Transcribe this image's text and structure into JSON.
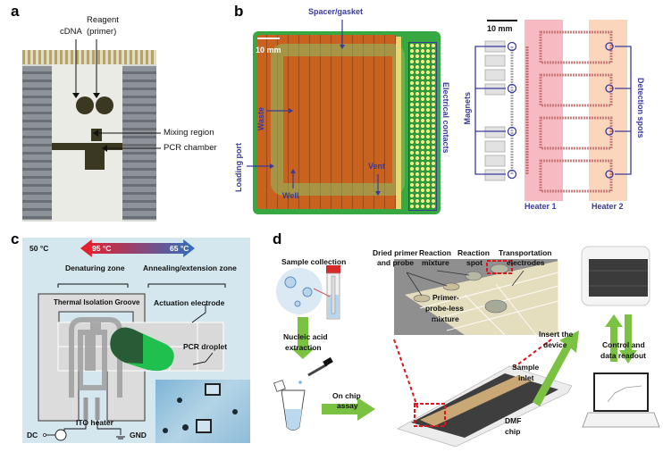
{
  "panels": {
    "a": {
      "letter": "a",
      "labels": {
        "reagent": "Reagent",
        "primer": "(primer)",
        "cdna": "cDNA",
        "mixing_region": "Mixing region",
        "pcr_chamber": "PCR chamber"
      }
    },
    "b": {
      "letter": "b",
      "left": {
        "spacer_gasket": "Spacer/gasket",
        "scale_bar": "10 mm",
        "waste": "Waste",
        "loading_port": "Loading port",
        "well": "Well",
        "vent": "Vent",
        "electrical_contacts": "Electrical contacts"
      },
      "right": {
        "scale_bar": "10 mm",
        "magnets": "Magnets",
        "detection_spots": "Detection spots",
        "heater1": "Heater 1",
        "heater2": "Heater 2"
      }
    },
    "c": {
      "letter": "c",
      "temp_ambient": "50 °C",
      "temp_hot": "95 °C",
      "temp_cool": "65 °C",
      "denaturing_zone": "Denaturing zone",
      "annealing_zone": "Annealing/extension zone",
      "thermal_groove": "Thermal Isolation Groove",
      "actuation_electrode": "Actuation electrode",
      "pcr_droplet": "PCR droplet",
      "dc": "DC",
      "ito_heater": "ITO heater",
      "gnd": "GND"
    },
    "d": {
      "letter": "d",
      "sample_collection": "Sample collection",
      "nucleic_acid_1": "Nucleic acid",
      "nucleic_acid_2": "extraction",
      "on_chip_1": "On chip",
      "on_chip_2": "assay",
      "dried_primer_1": "Dried primer",
      "dried_primer_2": "and probe",
      "reaction_mixture_1": "Reaction",
      "reaction_mixture_2": "mixture",
      "reaction_spot_1": "Reaction",
      "reaction_spot_2": "spot",
      "transport_1": "Transportation",
      "transport_2": "electrodes",
      "primer_less_1": "Primer-",
      "primer_less_2": "probe-less",
      "primer_less_3": "mixture",
      "insert_1": "Insert the",
      "insert_2": "device",
      "control_1": "Control and",
      "control_2": "data readout",
      "sample_inlet_1": "Sample",
      "sample_inlet_2": "inlet",
      "dmf_1": "DMF",
      "dmf_2": "chip"
    }
  },
  "colors": {
    "annotation_blue": "#3a3a9a",
    "pcb_orange": "#c8621e",
    "pcb_green": "#38a843",
    "heater1": "#f5a3ad",
    "heater2": "#f8cfb0",
    "hot_red": "#ee1c25",
    "cool_blue": "#2f6fc1",
    "panel_c_bg": "#d4e6ee",
    "droplet_green": "#1fc04e",
    "arrow_green": "#7cc242",
    "dashed_red": "#e0141c"
  }
}
